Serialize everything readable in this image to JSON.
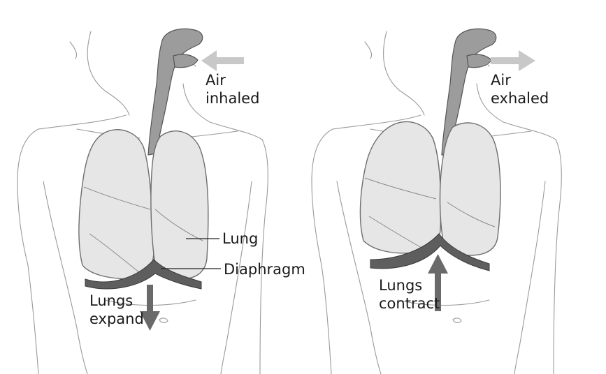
{
  "panels": [
    {
      "air_label_line1": "Air",
      "air_label_line2": "inhaled",
      "lung_label": "Lung",
      "diaphragm_label": "Diaphragm",
      "motion_label_line1": "Lungs",
      "motion_label_line2": "expand"
    },
    {
      "air_label_line1": "Air",
      "air_label_line2": "exhaled",
      "motion_label_line1": "Lungs",
      "motion_label_line2": "contract"
    }
  ],
  "colors": {
    "arrow_light": "#c8c8c8",
    "arrow_dark": "#6a6a6a",
    "lung": "#e6e6e6",
    "diaphragm": "#5e5e5e",
    "airway": "#9c9c9c"
  }
}
